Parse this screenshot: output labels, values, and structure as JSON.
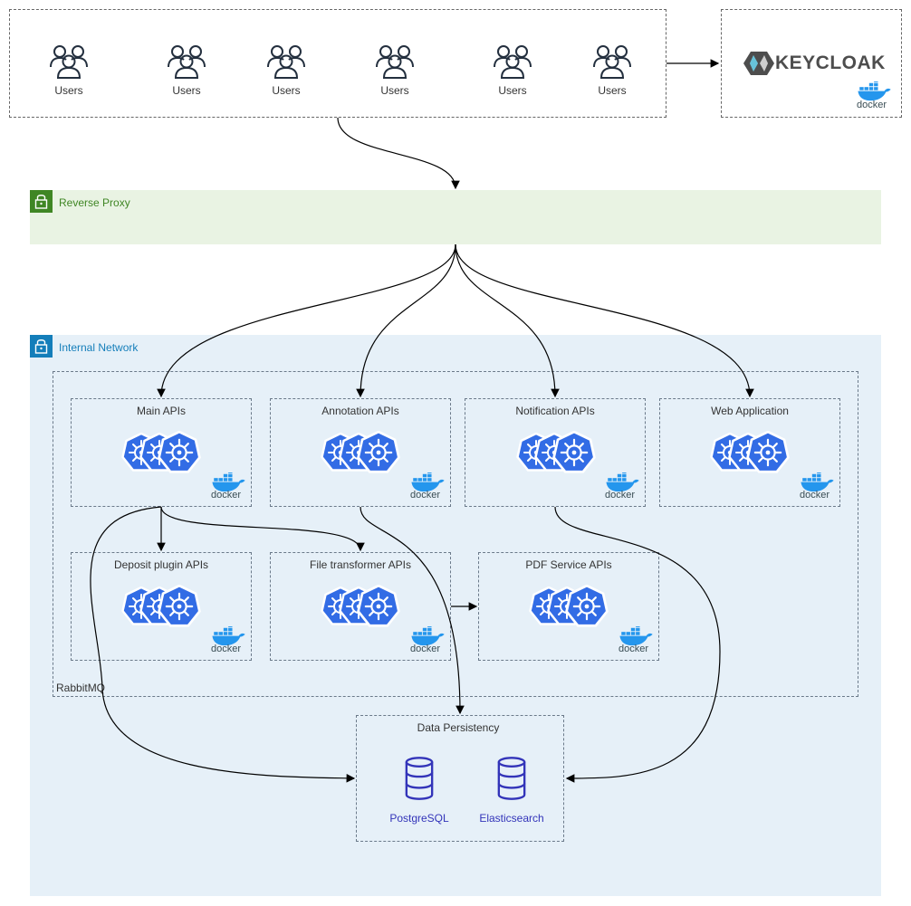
{
  "users": [
    "Users",
    "Users",
    "Users",
    "Users",
    "Users",
    "Users"
  ],
  "keycloak": {
    "wordmark": "KEYCLOAK",
    "docker_label": "docker"
  },
  "reverse_proxy": {
    "label": "Reverse Proxy",
    "color": "#3f8624",
    "bg": "#e9f3e3"
  },
  "internal_network": {
    "label": "Internal Network",
    "color": "#147eba",
    "bg": "#e6f0f8"
  },
  "rabbitmq_label": "RabbitMQ",
  "services": {
    "main": "Main APIs",
    "annotation": "Annotation APIs",
    "notification": "Notification APIs",
    "web": "Web Application",
    "deposit": "Deposit plugin APIs",
    "transformer": "File transformer APIs",
    "pdf": "PDF Service APIs"
  },
  "docker_label": "docker",
  "persistency": {
    "title": "Data Persistency",
    "postgres": "PostgreSQL",
    "elastic": "Elasticsearch",
    "db_color": "#3334b9"
  },
  "icons": {
    "users": "users-group-icon",
    "lock": "lock-icon",
    "k8s": "kubernetes-pod-stack-icon",
    "docker": "docker-whale-icon",
    "db": "database-icon"
  },
  "colors": {
    "k8s_blue": "#326ce5",
    "docker_blue": "#2496ed",
    "arrow": "#000000"
  }
}
